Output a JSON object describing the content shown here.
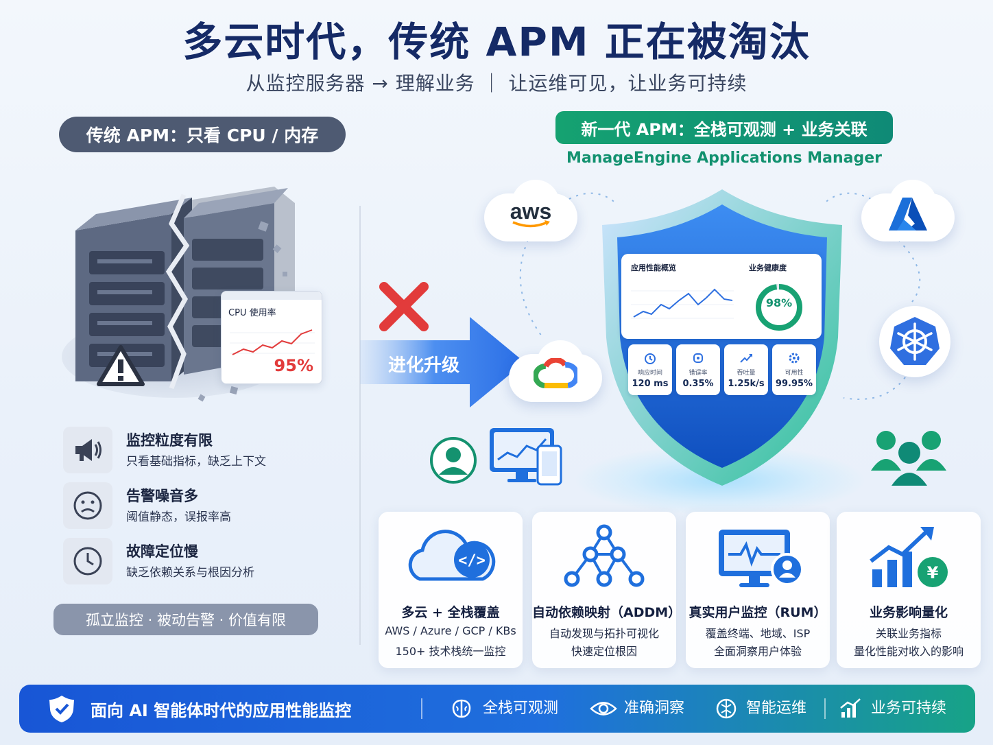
{
  "header": {
    "title": "多云时代，传统 APM 正在被淘汰",
    "subtitle": "从监控服务器 → 理解业务 ｜ 让运维可见，让业务可持续"
  },
  "left": {
    "badge": "传统 APM：只看 CPU / 内存",
    "cpu_card": {
      "title": "CPU 使用率",
      "value": "95%"
    },
    "issues": [
      {
        "icon": "megaphone-icon",
        "title": "监控粒度有限",
        "desc": "只看基础指标，缺乏上下文"
      },
      {
        "icon": "sad-face-icon",
        "title": "告警噪音多",
        "desc": "阈值静态，误报率高"
      },
      {
        "icon": "clock-icon",
        "title": "故障定位慢",
        "desc": "缺乏依赖关系与根因分析"
      }
    ],
    "summary": "孤立监控 · 被动告警 · 价值有限"
  },
  "arrow": {
    "label": "进化升级"
  },
  "right": {
    "badge": "新一代 APM：全栈可观测 + 业务关联",
    "product": "ManageEngine Applications Manager",
    "aws_label": "aws",
    "dashboard": {
      "title_left": "应用性能概览",
      "title_right": "业务健康度",
      "health": 98,
      "health_label": "98%",
      "metrics": [
        {
          "label": "响应时间",
          "value": "120 ms"
        },
        {
          "label": "错误率",
          "value": "0.35%"
        },
        {
          "label": "吞吐量",
          "value": "1.25k/s"
        },
        {
          "label": "可用性",
          "value": "99.95%"
        }
      ]
    }
  },
  "cards": [
    {
      "icon": "cloud-code-icon",
      "title": "多云 + 全栈覆盖",
      "lines": [
        "AWS / Azure / GCP / KBs",
        "150+ 技术栈统一监控"
      ]
    },
    {
      "icon": "topology-icon",
      "title": "自动依赖映射（ADDM）",
      "lines": [
        "自动发现与拓扑可视化",
        "快速定位根因"
      ]
    },
    {
      "icon": "monitor-user-icon",
      "title": "真实用户监控（RUM）",
      "lines": [
        "覆盖终端、地域、ISP",
        "全面洞察用户体验"
      ]
    },
    {
      "icon": "growth-chart-icon",
      "title": "业务影响量化",
      "lines": [
        "关联业务指标",
        "量化性能对收入的影响"
      ]
    }
  ],
  "footer": {
    "main": "面向 AI 智能体时代的应用性能监控",
    "items": [
      "全栈可观测",
      "准确洞察",
      "智能运维",
      "业务可持续"
    ]
  },
  "colors": {
    "title": "#152a66",
    "green": "#12916f",
    "blue": "#1f6fdd",
    "alert_red": "#e23b3b"
  }
}
